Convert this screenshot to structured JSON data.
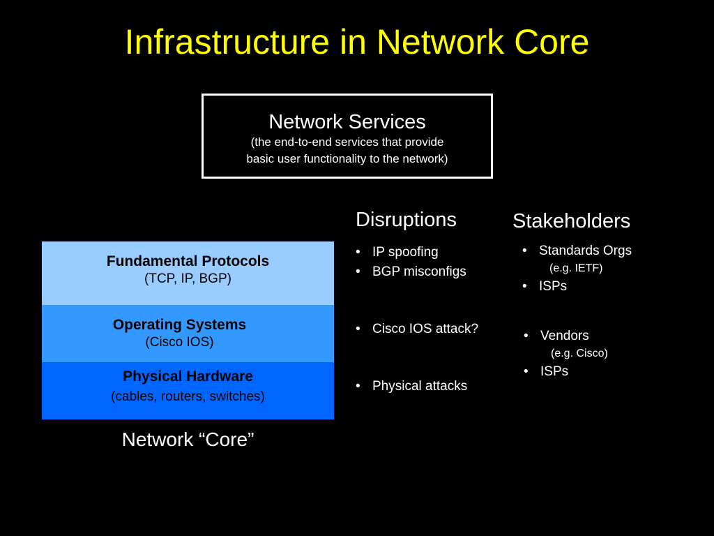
{
  "title": "Infrastructure in Network Core",
  "services": {
    "title": "Network Services",
    "desc_line1": "(the end-to-end services that provide",
    "desc_line2": "basic user functionality to the network)"
  },
  "layers": [
    {
      "name": "Fundamental Protocols",
      "detail": "(TCP, IP, BGP)",
      "color": "#99ccff"
    },
    {
      "name": "Operating Systems",
      "detail": "(Cisco IOS)",
      "color": "#3399ff"
    },
    {
      "name": "Physical Hardware",
      "detail": "(cables, routers, switches)",
      "color": "#0066ff"
    }
  ],
  "core_label": "Network “Core”",
  "disruptions": {
    "heading": "Disruptions",
    "bullet": "•",
    "items": [
      "IP spoofing",
      "BGP misconfigs",
      "Cisco IOS attack?",
      "Physical attacks"
    ]
  },
  "stakeholders": {
    "heading": "Stakeholders",
    "items": [
      "Standards Orgs",
      "ISPs",
      "Vendors",
      "ISPs"
    ],
    "notes": [
      "(e.g. IETF)",
      "(e.g. Cisco)"
    ]
  },
  "colors": {
    "background": "#000000",
    "title": "#ffff00",
    "text": "#ffffff"
  }
}
